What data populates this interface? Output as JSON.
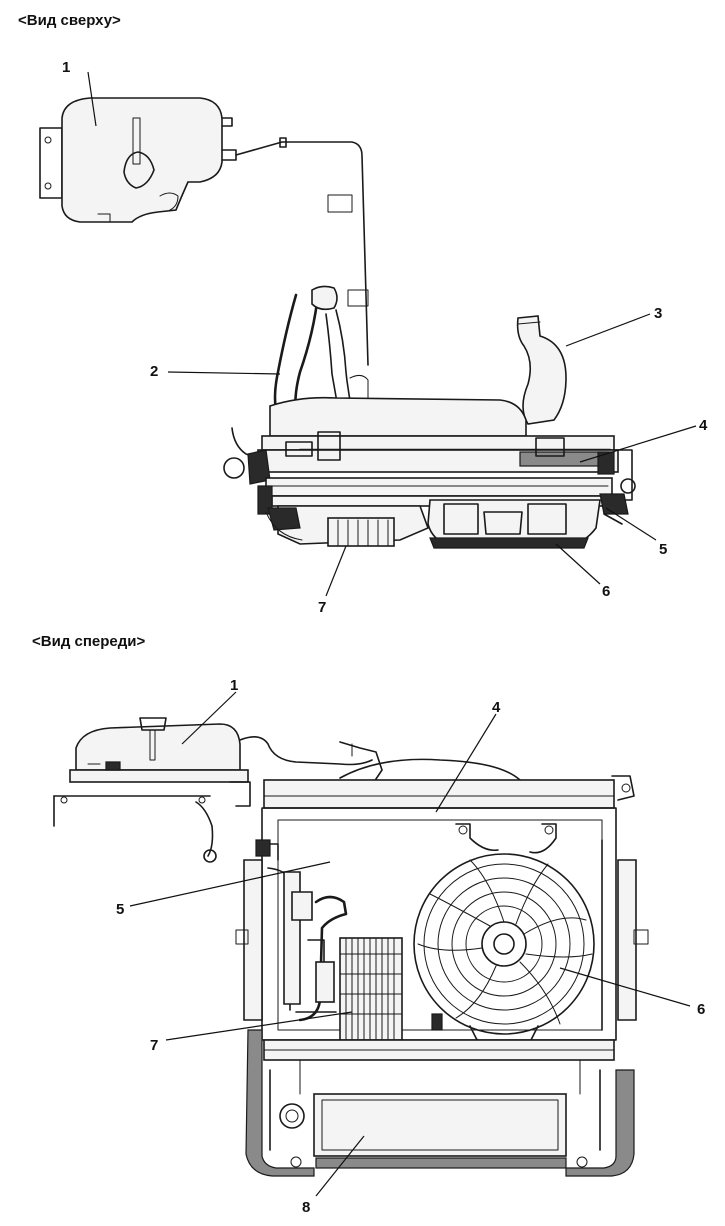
{
  "captions": {
    "top_view": "<Вид сверху>",
    "front_view": "<Вид спереди>"
  },
  "callouts": {
    "top": [
      "1",
      "2",
      "3",
      "4",
      "5",
      "6",
      "7"
    ],
    "front": [
      "1",
      "4",
      "5",
      "6",
      "7",
      "8"
    ]
  }
}
